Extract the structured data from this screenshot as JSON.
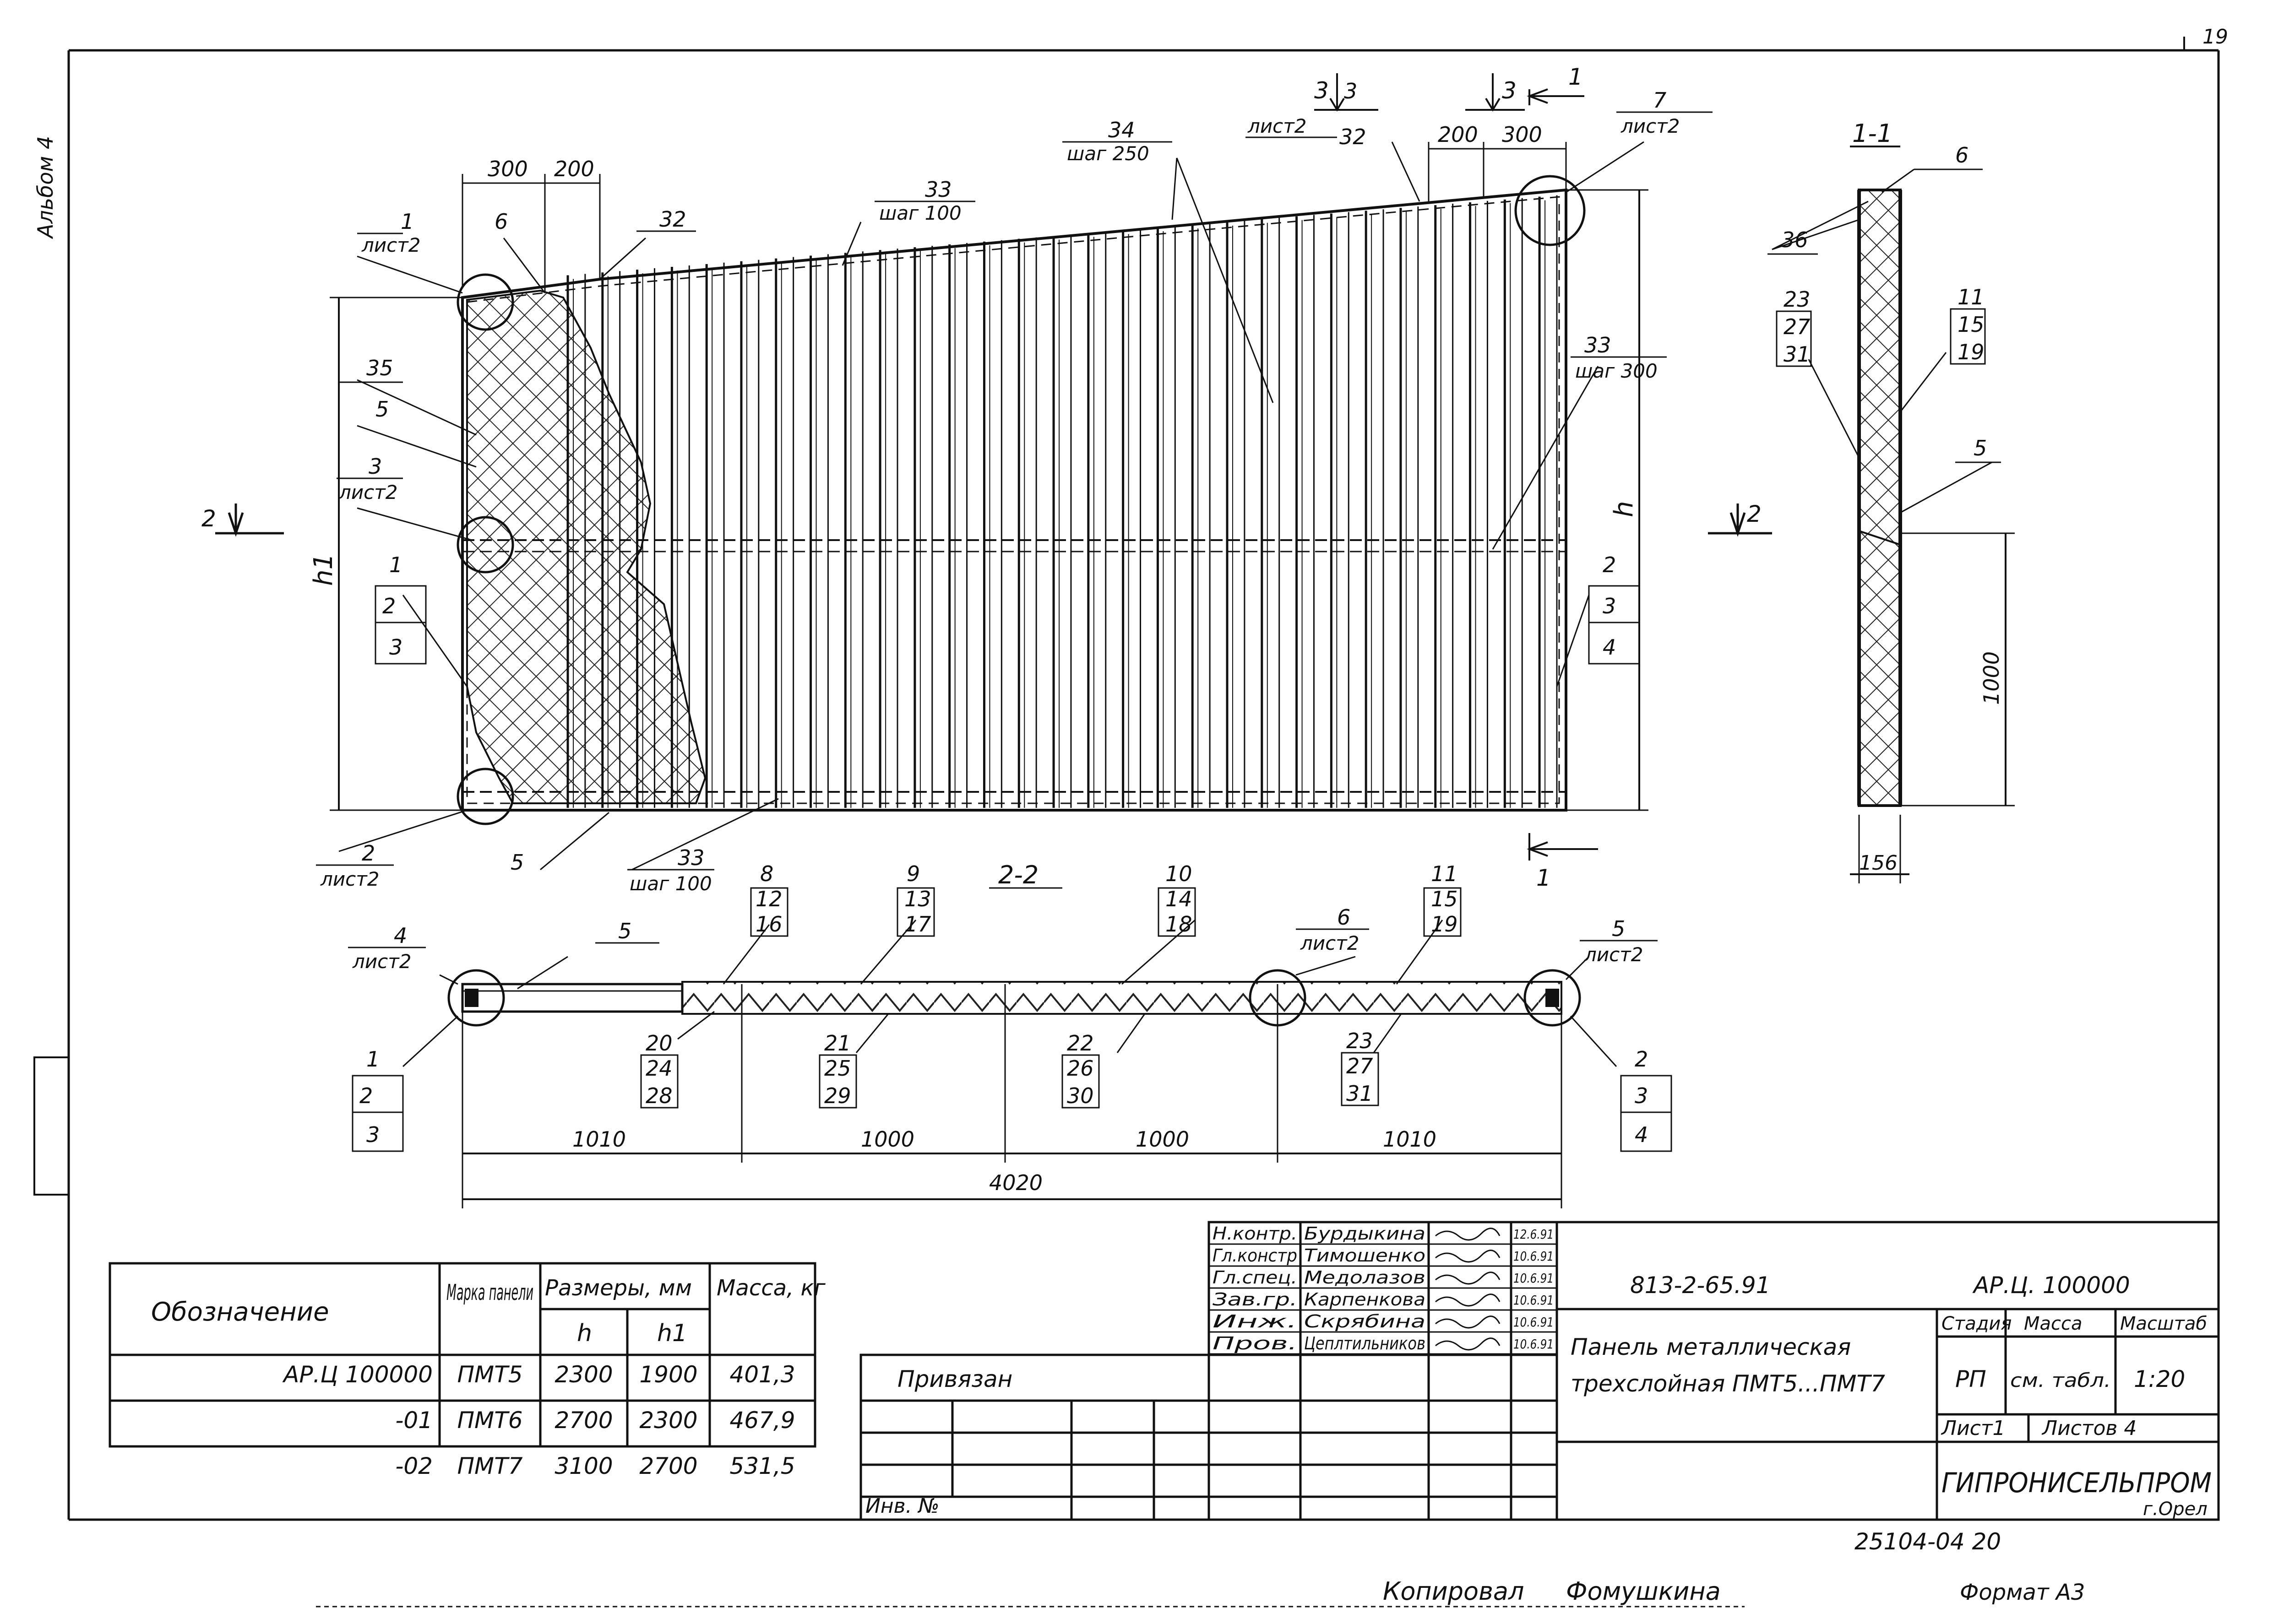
{
  "page": {
    "sheet_number": "19",
    "album": "Альбом 4",
    "copied_label": "Копировал",
    "copied_by": "Фомушкина",
    "format": "Формат А3",
    "archive_number": "25104-04  20"
  },
  "main_view": {
    "dim_top_left": [
      "300",
      "200"
    ],
    "dim_top_right": [
      "200",
      "300"
    ],
    "label_h1": "h1",
    "label_h": "h",
    "label_1000": "1000",
    "label_156": "156",
    "callouts": {
      "c1_sheet2": [
        "1",
        "лист2"
      ],
      "c6": "6",
      "c32a": "32",
      "c33_step100_top": [
        "33",
        "шаг 100"
      ],
      "c34_step250": [
        "34",
        "шаг 250"
      ],
      "c3_sheet2_top": [
        "3",
        "лист2"
      ],
      "c32b": "32",
      "c7_sheet2": [
        "7",
        "лист2"
      ],
      "c33_step300": [
        "33",
        "шаг 300"
      ],
      "c35": "35",
      "c5a": "5",
      "c3_sheet2_left": [
        "3",
        "лист2"
      ],
      "c123_left": [
        "1",
        "2",
        "3"
      ],
      "c234_right": [
        "2",
        "3",
        "4"
      ],
      "c2_sheet2": [
        "2",
        "лист2"
      ],
      "c5b": "5",
      "c33_step100_bot": [
        "33",
        "шаг 100"
      ]
    },
    "section_marks": {
      "s2_left": "2",
      "s2_right": "2",
      "s1_top": "1",
      "s1_bottom": "1",
      "s3_left": "3",
      "s3_right": "3"
    }
  },
  "section_1_1": {
    "title": "1-1",
    "c6": "6",
    "c36": "36",
    "c23": [
      "23",
      "27",
      "31"
    ],
    "c11": [
      "11",
      "15",
      "19"
    ],
    "c5": "5"
  },
  "section_2_2": {
    "title": "2-2",
    "c4_sheet2": [
      "4",
      "лист2"
    ],
    "c5": "5",
    "c8": [
      "8",
      "12",
      "16"
    ],
    "c9": [
      "9",
      "13",
      "17"
    ],
    "c10": [
      "10",
      "14",
      "18"
    ],
    "c6_sheet2": [
      "6",
      "лист2"
    ],
    "c11": [
      "11",
      "15",
      "19"
    ],
    "c5_sheet2": [
      "5",
      "лист2"
    ],
    "c123": [
      "1",
      "2",
      "3"
    ],
    "c20": [
      "20",
      "24",
      "28"
    ],
    "c21": [
      "21",
      "25",
      "29"
    ],
    "c22": [
      "22",
      "26",
      "30"
    ],
    "c23": [
      "23",
      "27",
      "31"
    ],
    "c234": [
      "2",
      "3",
      "4"
    ],
    "dims": [
      "1010",
      "1000",
      "1000",
      "1010"
    ],
    "total": "4020"
  },
  "spec_table": {
    "headers": {
      "designation": "Обозначение",
      "mark": "Марка панели",
      "sizes": "Размеры, мм",
      "h": "h",
      "h1": "h1",
      "mass": "Масса, кг"
    },
    "rows": [
      {
        "designation": "АР.Ц 100000",
        "mark": "ПМТ5",
        "h": "2300",
        "h1": "1900",
        "mass": "401,3"
      },
      {
        "designation": "-01",
        "mark": "ПМТ6",
        "h": "2700",
        "h1": "2300",
        "mass": "467,9"
      },
      {
        "designation": "-02",
        "mark": "ПМТ7",
        "h": "3100",
        "h1": "2700",
        "mass": "531,5"
      }
    ]
  },
  "binding_block": {
    "bound": "Привязан",
    "inv": "Инв. №"
  },
  "title_block": {
    "signers": [
      {
        "role": "Н.контр.",
        "name": "Бурдыкина",
        "date": "12.6.91"
      },
      {
        "role": "Гл.констр",
        "name": "Тимошенко",
        "date": "10.6.91"
      },
      {
        "role": "Гл.спец.",
        "name": "Медолазов",
        "date": "10.6.91"
      },
      {
        "role": "Зав.гр.",
        "name": "Карпенкова",
        "date": "10.6.91"
      },
      {
        "role": "Инж.",
        "name": "Скрябина",
        "date": "10.6.91"
      },
      {
        "role": "Пров.",
        "name": "Цеплтильников",
        "date": "10.6.91"
      }
    ],
    "project_code": "813-2-65.91",
    "doc_code": "АР.Ц. 100000",
    "title_line1": "Панель металлическая",
    "title_line2": "трехслойная ПМТ5...ПМТ7",
    "stage_label": "Стадия",
    "mass_label": "Масса",
    "scale_label": "Масштаб",
    "stage": "РП",
    "mass": "см. табл.",
    "scale": "1:20",
    "sheet": "Лист1",
    "sheets": "Листов 4",
    "org": "ГИПРОНИСЕЛЬПРОМ",
    "city": "г.Орел"
  }
}
